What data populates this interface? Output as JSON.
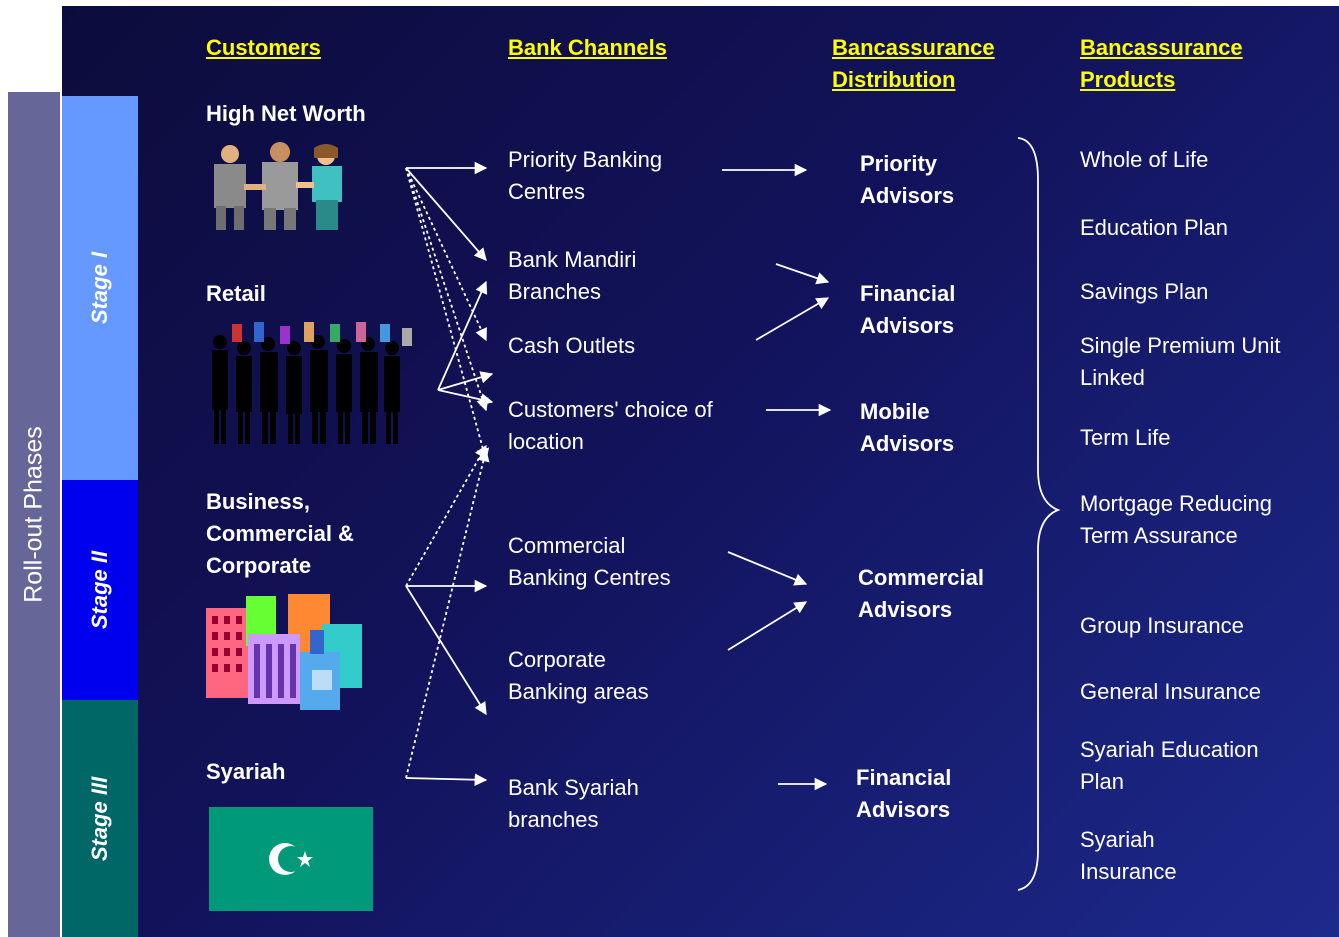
{
  "side_label": "Roll-out Phases",
  "stages": [
    "Stage I",
    "Stage II",
    "Stage III"
  ],
  "headers": {
    "customers": "Customers",
    "channels": "Bank Channels",
    "distribution_1": "Bancassurance",
    "distribution_2": "Distribution",
    "products_1": "Bancassurance",
    "products_2": "Products"
  },
  "customers": [
    [
      "High Net Worth"
    ],
    [
      "Retail"
    ],
    [
      "Business,",
      "Commercial &",
      "Corporate"
    ],
    [
      "Syariah"
    ]
  ],
  "channels": [
    [
      "Priority Banking",
      "Centres"
    ],
    [
      "Bank Mandiri",
      "Branches"
    ],
    [
      "Cash Outlets"
    ],
    [
      "Customers' choice of",
      "location"
    ],
    [
      "Commercial",
      "Banking Centres"
    ],
    [
      "Corporate",
      "Banking areas"
    ],
    [
      "Bank Syariah",
      "branches"
    ]
  ],
  "advisors": [
    [
      "Priority",
      "Advisors"
    ],
    [
      "Financial",
      "Advisors"
    ],
    [
      "Mobile",
      "Advisors"
    ],
    [
      "Commercial",
      "Advisors"
    ],
    [
      "Financial",
      "Advisors"
    ]
  ],
  "products": [
    [
      "Whole of Life"
    ],
    [
      "Education Plan"
    ],
    [
      "Savings Plan"
    ],
    [
      "Single Premium Unit",
      "Linked"
    ],
    [
      "Term Life"
    ],
    [
      "Mortgage Reducing",
      "Term Assurance"
    ],
    [
      "Group Insurance"
    ],
    [
      "General Insurance"
    ],
    [
      "Syariah Education",
      "Plan"
    ],
    [
      "Syariah",
      "Insurance"
    ]
  ],
  "colors": {
    "background": "#12125a",
    "header": "#ffff00",
    "stage_1": "#6699ff",
    "stage_2": "#0000ee",
    "stage_3": "#006666",
    "side_bar": "#666699",
    "syariah_flag": "#009a7a"
  },
  "icons": [
    "business-people-icon",
    "crowd-icon",
    "office-buildings-icon",
    "crescent-star-flag-icon"
  ]
}
